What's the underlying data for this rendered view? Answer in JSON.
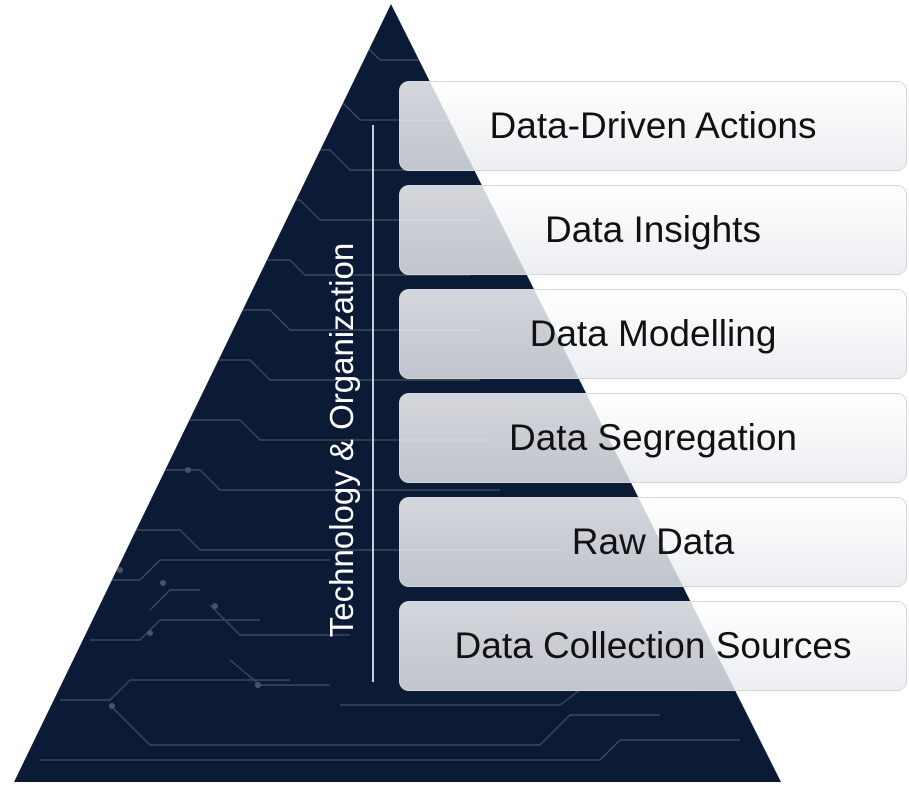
{
  "diagram": {
    "side_label": "Technology & Organization",
    "layers": [
      "Data-Driven Actions",
      "Data Insights",
      "Data Modelling",
      "Data Segregation",
      "Raw Data",
      "Data Collection Sources"
    ]
  },
  "colors": {
    "pyramid_fill": "#0c1b35",
    "circuit_lines": "#3e4758",
    "box_border": "#d5d7dc",
    "label_text": "#111111"
  }
}
